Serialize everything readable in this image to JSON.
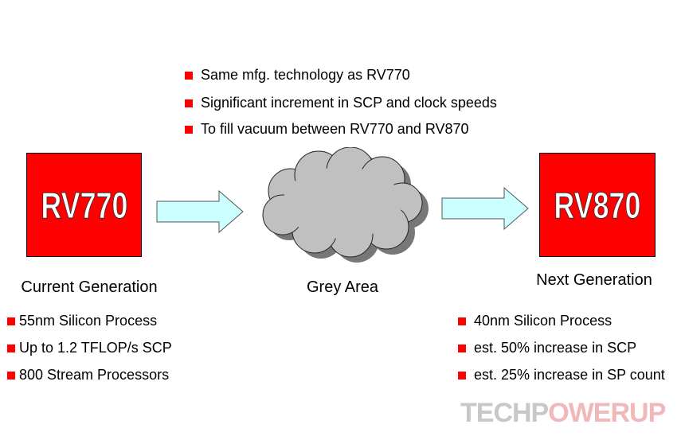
{
  "top_bullets": [
    "Same mfg. technology as RV770",
    "Significant increment in SCP and clock speeds",
    "To fill vacuum between RV770 and RV870"
  ],
  "current": {
    "chip": "RV770",
    "label": "Current Generation",
    "bullets": [
      "55nm Silicon Process",
      "Up to 1.2 TFLOP/s SCP",
      "800 Stream Processors"
    ]
  },
  "middle": {
    "label": "Grey Area"
  },
  "next": {
    "chip": "RV870",
    "label": "Next Generation",
    "bullets": [
      "40nm Silicon Process",
      "est. 50% increase in SCP",
      "est. 25% increase in SP count"
    ]
  },
  "watermark": {
    "a": "TECHP",
    "b": "O",
    "c": "WERUP"
  },
  "colors": {
    "chip": "#ff0000",
    "arrow": "#ccffff",
    "cloud": "#c0c0c0"
  }
}
